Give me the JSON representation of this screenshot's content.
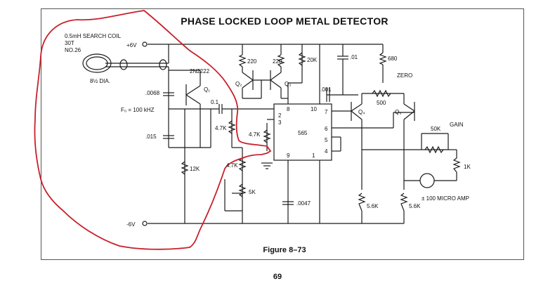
{
  "page": {
    "title": "PHASE LOCKED LOOP METAL DETECTOR",
    "figure_caption": "Figure 8–73",
    "page_number": "69"
  },
  "colors": {
    "ink": "#1a1a1a",
    "annotation": "#c8202a",
    "paper": "#ffffff"
  },
  "labels": {
    "coil_line1": "0.5mH SEARCH COIL",
    "coil_line2": "30T",
    "coil_line3": "NO.26",
    "coil_dia": "8½ DIA.",
    "pos_supply": "+6V",
    "neg_supply": "-6V",
    "cap_0068": ".0068",
    "cap_015": ".015",
    "freq": "F₀ = 100 kHZ",
    "q1": "Q₁",
    "q1_part": "2N2222",
    "cap_01a": "0.1",
    "res_47k_a": "4.7K",
    "res_12k": "12K",
    "res_47k_b": "4.7K",
    "res_47k_c": "4.7K",
    "pot_5k": "5K",
    "res_220a": "220",
    "res_220b": "220",
    "q2": "Q₂",
    "q3": "Q₃",
    "res_20k": "20K",
    "cap_01b": ".01",
    "cap_001": ".001",
    "res_680": "680",
    "zero": "ZERO",
    "pot_500": "500",
    "q4": "Q₄",
    "q5": "Q₅",
    "gain": "GAIN",
    "pot_50k": "50K",
    "res_1k": "1K",
    "meter": "± 100 MICRO AMP",
    "res_56k_a": "5.6K",
    "res_56k_b": "5.6K",
    "cap_0047": ".0047",
    "ic": "565",
    "pin2": "2",
    "pin3": "3",
    "pin8": "8",
    "pin10": "10",
    "pin7": "7",
    "pin6": "6",
    "pin5": "5",
    "pin4": "4",
    "pin9": "9",
    "pin1": "1"
  }
}
